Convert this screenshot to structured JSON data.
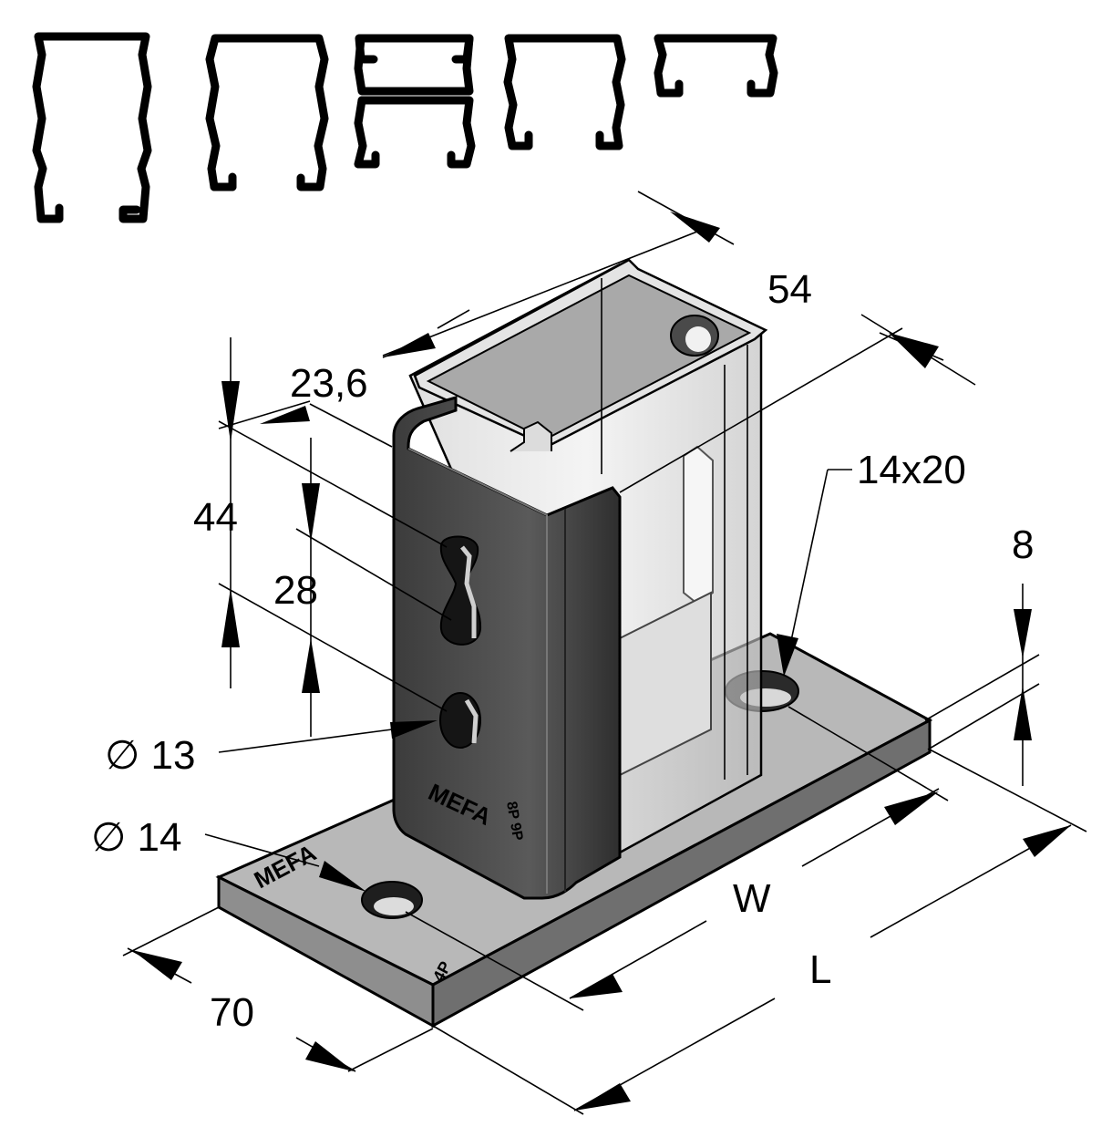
{
  "dimensions": {
    "d54": "54",
    "d23_6": "23,6",
    "d44": "44",
    "d28": "28",
    "d14x20": "14x20",
    "d8": "8",
    "d13": "∅ 13",
    "d14": "∅ 14",
    "dW": "W",
    "dL": "L",
    "d70": "70"
  },
  "markings": {
    "bracket_logo": "MEFA",
    "bracket_code": "8P 9P",
    "plate_logo": "MEFA",
    "plate_code": "4P"
  },
  "profiles": [
    "c-channel-tall",
    "c-channel-medium",
    "double-c-channel",
    "c-channel-short",
    "c-channel-low"
  ]
}
